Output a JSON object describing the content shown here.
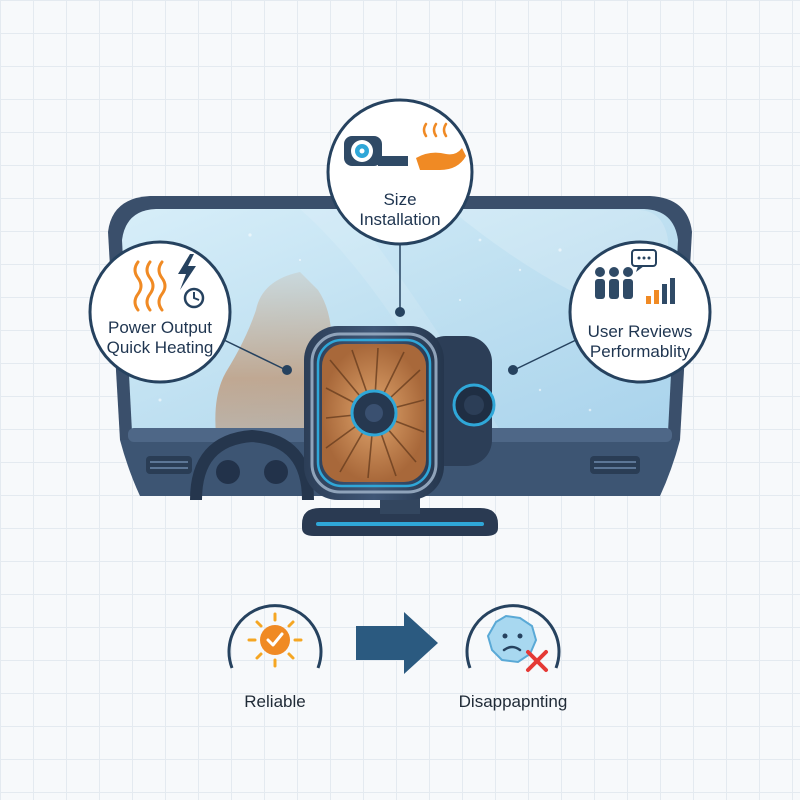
{
  "features": {
    "size_installation": {
      "line1": "Size",
      "line2": "Installation"
    },
    "power": {
      "line1": "Power Output",
      "line2": "Quick Heating"
    },
    "reviews": {
      "line1": "User Reviews",
      "line2": "Performablity"
    }
  },
  "outcomes": {
    "positive": "Reliable",
    "negative": "Disappapnting"
  },
  "colors": {
    "ring": "#26425f",
    "accent_orange": "#f08a24",
    "accent_blue": "#2fa7d8",
    "windshield": "#bfe0f1",
    "dashboard": "#3d5573",
    "arrow": "#2b5a80",
    "error_red": "#e53935"
  },
  "icons": [
    "fan-icon",
    "hand-heat-icon",
    "heat-waves-icon",
    "lightning-icon",
    "clock-icon",
    "people-icon",
    "chat-icon",
    "bar-chart-icon",
    "sun-check-icon",
    "frozen-face-icon",
    "x-mark-icon",
    "arrow-right-icon"
  ]
}
